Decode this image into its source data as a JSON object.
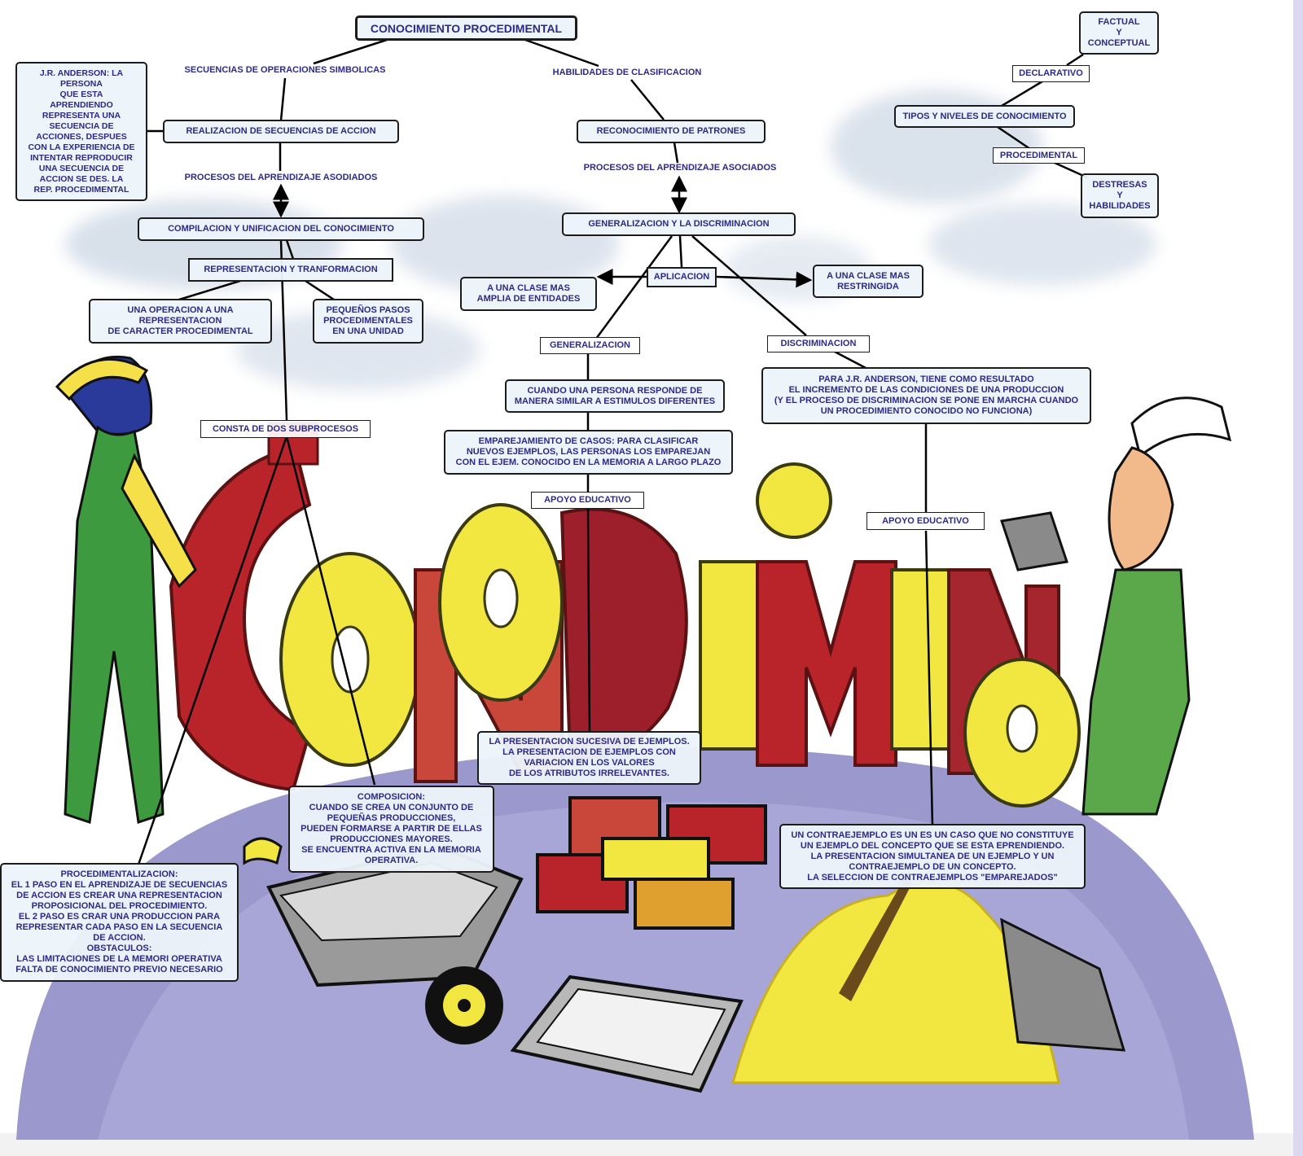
{
  "title": "CONOCIMIENTO PROCEDIMENTAL",
  "link_labels": {
    "secuencias": "SECUENCIAS DE OPERACIONES SIMBOLICAS",
    "habilidades": "HABILIDADES DE CLASIFICACION",
    "procesos_left": "PROCESOS DEL APRENDIZAJE ASODIADOS",
    "procesos_right": "PROCESOS DEL APRENDIZAJE ASOCIADOS"
  },
  "nodes": {
    "anderson_left": "J.R. ANDERSON: LA\nPERSONA\nQUE ESTA\nAPRENDIENDO\nREPRESENTA UNA\nSECUENCIA  DE\nACCIONES, DESPUES\nCON LA EXPERIENCIA DE\nINTENTAR REPRODUCIR\nUNA SECUENCIA DE\nACCION SE DES. LA\nREP. PROCEDIMENTAL",
    "realizacion": "REALIZACION DE SECUENCIAS DE ACCION",
    "compilacion": "COMPILACION Y UNIFICACION DEL CONOCIMIENTO",
    "representacion": "REPRESENTACION Y TRANFORMACION",
    "una_operacion": "UNA OPERACION A UNA\nREPRESENTACION\nDE CARACTER PROCEDIMENTAL",
    "pequenos": "PEQUEÑOS PASOS\nPROCEDIMENTALES\nEN UNA UNIDAD",
    "consta": "CONSTA DE DOS SUBPROCESOS",
    "reconocimiento": "RECONOCIMIENTO DE PATRONES",
    "generalizacion_disc": "GENERALIZACION Y LA DISCRIMINACION",
    "aplicacion": "APLICACION",
    "clase_amplia": "A UNA CLASE MAS\nAMPLIA DE ENTIDADES",
    "clase_restringida": "A UNA CLASE MAS\nRESTRINGIDA",
    "generalizacion": "GENERALIZACION",
    "discriminacion": "DISCRIMINACION",
    "cuando_persona": "CUANDO UNA PERSONA RESPONDE DE\nMANERA SIMILAR A ESTIMULOS DIFERENTES",
    "emparejamiento": "EMPAREJAMIENTO DE CASOS: PARA CLASIFICAR\nNUEVOS EJEMPLOS, LAS PERSONAS LOS EMPAREJAN\nCON EL EJEM. CONOCIDO EN LA MEMORIA A LARGO PLAZO",
    "apoyo_left": "APOYO EDUCATIVO",
    "anderson_right": "PARA J.R. ANDERSON, TIENE COMO RESULTADO\nEL INCREMENTO DE LAS CONDICIONES DE UNA PRODUCCION\n(Y EL PROCESO DE DISCRIMINACION SE PONE EN MARCHA CUANDO\nUN PROCEDIMIENTO CONOCIDO NO FUNCIONA)",
    "apoyo_right": "APOYO EDUCATIVO",
    "presentacion": "LA PRESENTACION SUCESIVA DE EJEMPLOS.\nLA PRESENTACION DE EJEMPLOS CON\nVARIACION EN LOS VALORES\nDE LOS ATRIBUTOS IRRELEVANTES.",
    "contraejemplo": "UN CONTRAEJEMPLO ES UN ES UN CASO QUE NO CONSTITUYE\nUN EJEMPLO DEL CONCEPTO QUE SE ESTA EPRENDIENDO.\nLA PRESENTACION SIMULTANEA DE UN EJEMPLO Y UN\nCONTRAEJEMPLO DE UN CONCEPTO.\nLA SELECCION DE CONTRAEJEMPLOS \"EMPAREJADOS\"",
    "composicion": "COMPOSICION:\nCUANDO SE CREA UN CONJUNTO DE\nPEQUEÑAS PRODUCCIONES,\nPUEDEN FORMARSE A PARTIR DE ELLAS\nPRODUCCIONES MAYORES.\nSE ENCUENTRA ACTIVA EN LA MEMORIA\nOPERATIVA.",
    "procedimentalizacion": "PROCEDIMENTALIZACION:\nEL 1 PASO EN EL APRENDIZAJE DE SECUENCIAS\nDE ACCION ES CREAR UNA REPRESENTACION\nPROPOSICIONAL DEL PROCEDIMIENTO.\nEL 2 PASO ES CRAR UNA PRODUCCION PARA\nREPRESENTAR CADA PASO EN LA SECUENCIA\nDE ACCION.\nOBSTACULOS:\nLAS LIMITACIONES DE LA MEMORI OPERATIVA\nFALTA DE CONOCIMIENTO PREVIO NECESARIO",
    "factual": "FACTUAL\nY\nCONCEPTUAL",
    "declarativo": "DECLARATIVO",
    "tipos": "TIPOS Y NIVELES DE CONOCIMIENTO",
    "procedimental": "PROCEDIMENTAL",
    "destresas": "DESTRESAS\nY\nHABILIDADES"
  },
  "colors": {
    "node_text": "#2c2a86",
    "node_border": "#1c1c1c",
    "node_fill": "#ecf4fa",
    "ground": "#9a98cc",
    "letters_red": "#b8242a",
    "letters_yellow": "#f2e640",
    "clouds": "#cfd9e6"
  },
  "background_icons": [
    "cloud-icon",
    "globe-ground",
    "letter-blocks",
    "worker-left-icon",
    "worker-right-icon",
    "wheelbarrow-icon",
    "brick-stack-icon",
    "sand-pile-icon",
    "mortar-tray-icon"
  ]
}
